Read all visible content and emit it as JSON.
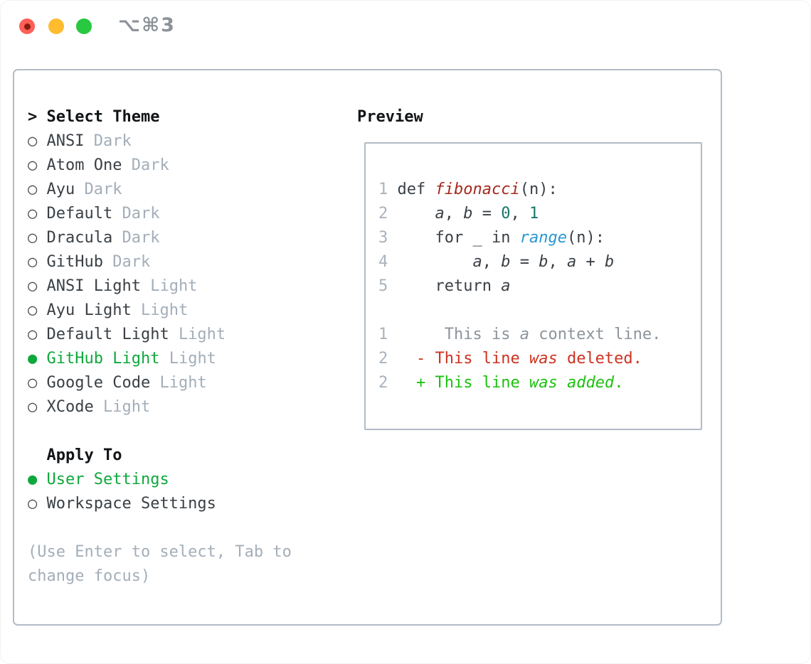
{
  "window": {
    "title": "⌥⌘3"
  },
  "colors": {
    "light-red": "#ff5f57",
    "light-red-dot": "#871c10",
    "light-yellow": "#febc2e",
    "light-green": "#28c840",
    "title-gray": "#8d9298",
    "panel-border": "#b3bcc6",
    "box-border": "#b1bac4",
    "text-black": "#121518",
    "text-dark": "#3a4045",
    "gray": "#a3aeb9",
    "circle": "#474d53",
    "green": "#0fa83c",
    "num-gray": "#a8b3be",
    "fn-red": "#a52a1e",
    "lit-teal": "#17766b",
    "builtin-blue": "#2b97d3",
    "ctx-gray": "#8d949b",
    "del-red": "#ce3220",
    "add-green": "#1bc20e"
  },
  "theme_list": {
    "header": {
      "marker": ">",
      "label": "Select Theme"
    },
    "items": [
      {
        "marker": "○",
        "name": "ANSI",
        "variant": "Dark",
        "selected": false
      },
      {
        "marker": "○",
        "name": "Atom One",
        "variant": "Dark",
        "selected": false
      },
      {
        "marker": "○",
        "name": "Ayu",
        "variant": "Dark",
        "selected": false
      },
      {
        "marker": "○",
        "name": "Default",
        "variant": "Dark",
        "selected": false
      },
      {
        "marker": "○",
        "name": "Dracula",
        "variant": "Dark",
        "selected": false
      },
      {
        "marker": "○",
        "name": "GitHub",
        "variant": "Dark",
        "selected": false
      },
      {
        "marker": "○",
        "name": "ANSI Light",
        "variant": "Light",
        "selected": false
      },
      {
        "marker": "○",
        "name": "Ayu Light",
        "variant": "Light",
        "selected": false
      },
      {
        "marker": "○",
        "name": "Default Light",
        "variant": "Light",
        "selected": false
      },
      {
        "marker": "●",
        "name": "GitHub Light",
        "variant": "Light",
        "selected": true
      },
      {
        "marker": "○",
        "name": "Google Code",
        "variant": "Light",
        "selected": false
      },
      {
        "marker": "○",
        "name": "XCode",
        "variant": "Light",
        "selected": false
      }
    ]
  },
  "apply_to": {
    "header": "Apply To",
    "options": [
      {
        "marker": "●",
        "label": "User Settings",
        "selected": true
      },
      {
        "marker": "○",
        "label": "Workspace Settings",
        "selected": false
      }
    ]
  },
  "help_text": [
    "(Use Enter to select, Tab to",
    "change focus)"
  ],
  "preview": {
    "header": "Preview",
    "lines": [
      [
        {
          "t": "1 ",
          "s": "num"
        },
        {
          "t": "def ",
          "s": "kw"
        },
        {
          "t": "fibonacci",
          "s": "fn"
        },
        {
          "t": "(n):",
          "s": "plain"
        }
      ],
      [
        {
          "t": "2 ",
          "s": "num"
        },
        {
          "t": "    ",
          "s": "plain"
        },
        {
          "t": "a",
          "s": "var"
        },
        {
          "t": ", ",
          "s": "plain"
        },
        {
          "t": "b",
          "s": "var"
        },
        {
          "t": " = ",
          "s": "plain"
        },
        {
          "t": "0",
          "s": "lit"
        },
        {
          "t": ", ",
          "s": "plain"
        },
        {
          "t": "1",
          "s": "lit"
        }
      ],
      [
        {
          "t": "3 ",
          "s": "num"
        },
        {
          "t": "    ",
          "s": "plain"
        },
        {
          "t": "for",
          "s": "kw"
        },
        {
          "t": " _ ",
          "s": "plain"
        },
        {
          "t": "in",
          "s": "kw"
        },
        {
          "t": " ",
          "s": "plain"
        },
        {
          "t": "range",
          "s": "builtin"
        },
        {
          "t": "(n):",
          "s": "plain"
        }
      ],
      [
        {
          "t": "4 ",
          "s": "num"
        },
        {
          "t": "        ",
          "s": "plain"
        },
        {
          "t": "a",
          "s": "var"
        },
        {
          "t": ", ",
          "s": "plain"
        },
        {
          "t": "b",
          "s": "var"
        },
        {
          "t": " = ",
          "s": "plain"
        },
        {
          "t": "b",
          "s": "var"
        },
        {
          "t": ", ",
          "s": "plain"
        },
        {
          "t": "a",
          "s": "var"
        },
        {
          "t": " + ",
          "s": "plain"
        },
        {
          "t": "b",
          "s": "var"
        }
      ],
      [
        {
          "t": "5 ",
          "s": "num"
        },
        {
          "t": "    ",
          "s": "plain"
        },
        {
          "t": "return",
          "s": "kw"
        },
        {
          "t": " ",
          "s": "plain"
        },
        {
          "t": "a",
          "s": "var"
        }
      ],
      [],
      [
        {
          "t": "1",
          "s": "num"
        },
        {
          "t": "      ",
          "s": "plain"
        },
        {
          "t": "This is ",
          "s": "ctx"
        },
        {
          "t": "a",
          "s": "ctx-i"
        },
        {
          "t": " context line.",
          "s": "ctx"
        }
      ],
      [
        {
          "t": "2",
          "s": "num"
        },
        {
          "t": "   ",
          "s": "plain"
        },
        {
          "t": "- This line ",
          "s": "del"
        },
        {
          "t": "was",
          "s": "del-i"
        },
        {
          "t": " deleted.",
          "s": "del"
        }
      ],
      [
        {
          "t": "2",
          "s": "num"
        },
        {
          "t": "   ",
          "s": "plain"
        },
        {
          "t": "+ This line ",
          "s": "add"
        },
        {
          "t": "was",
          "s": "add-i"
        },
        {
          "t": " ",
          "s": "add"
        },
        {
          "t": "added",
          "s": "add-i"
        },
        {
          "t": ".",
          "s": "add"
        }
      ]
    ]
  }
}
